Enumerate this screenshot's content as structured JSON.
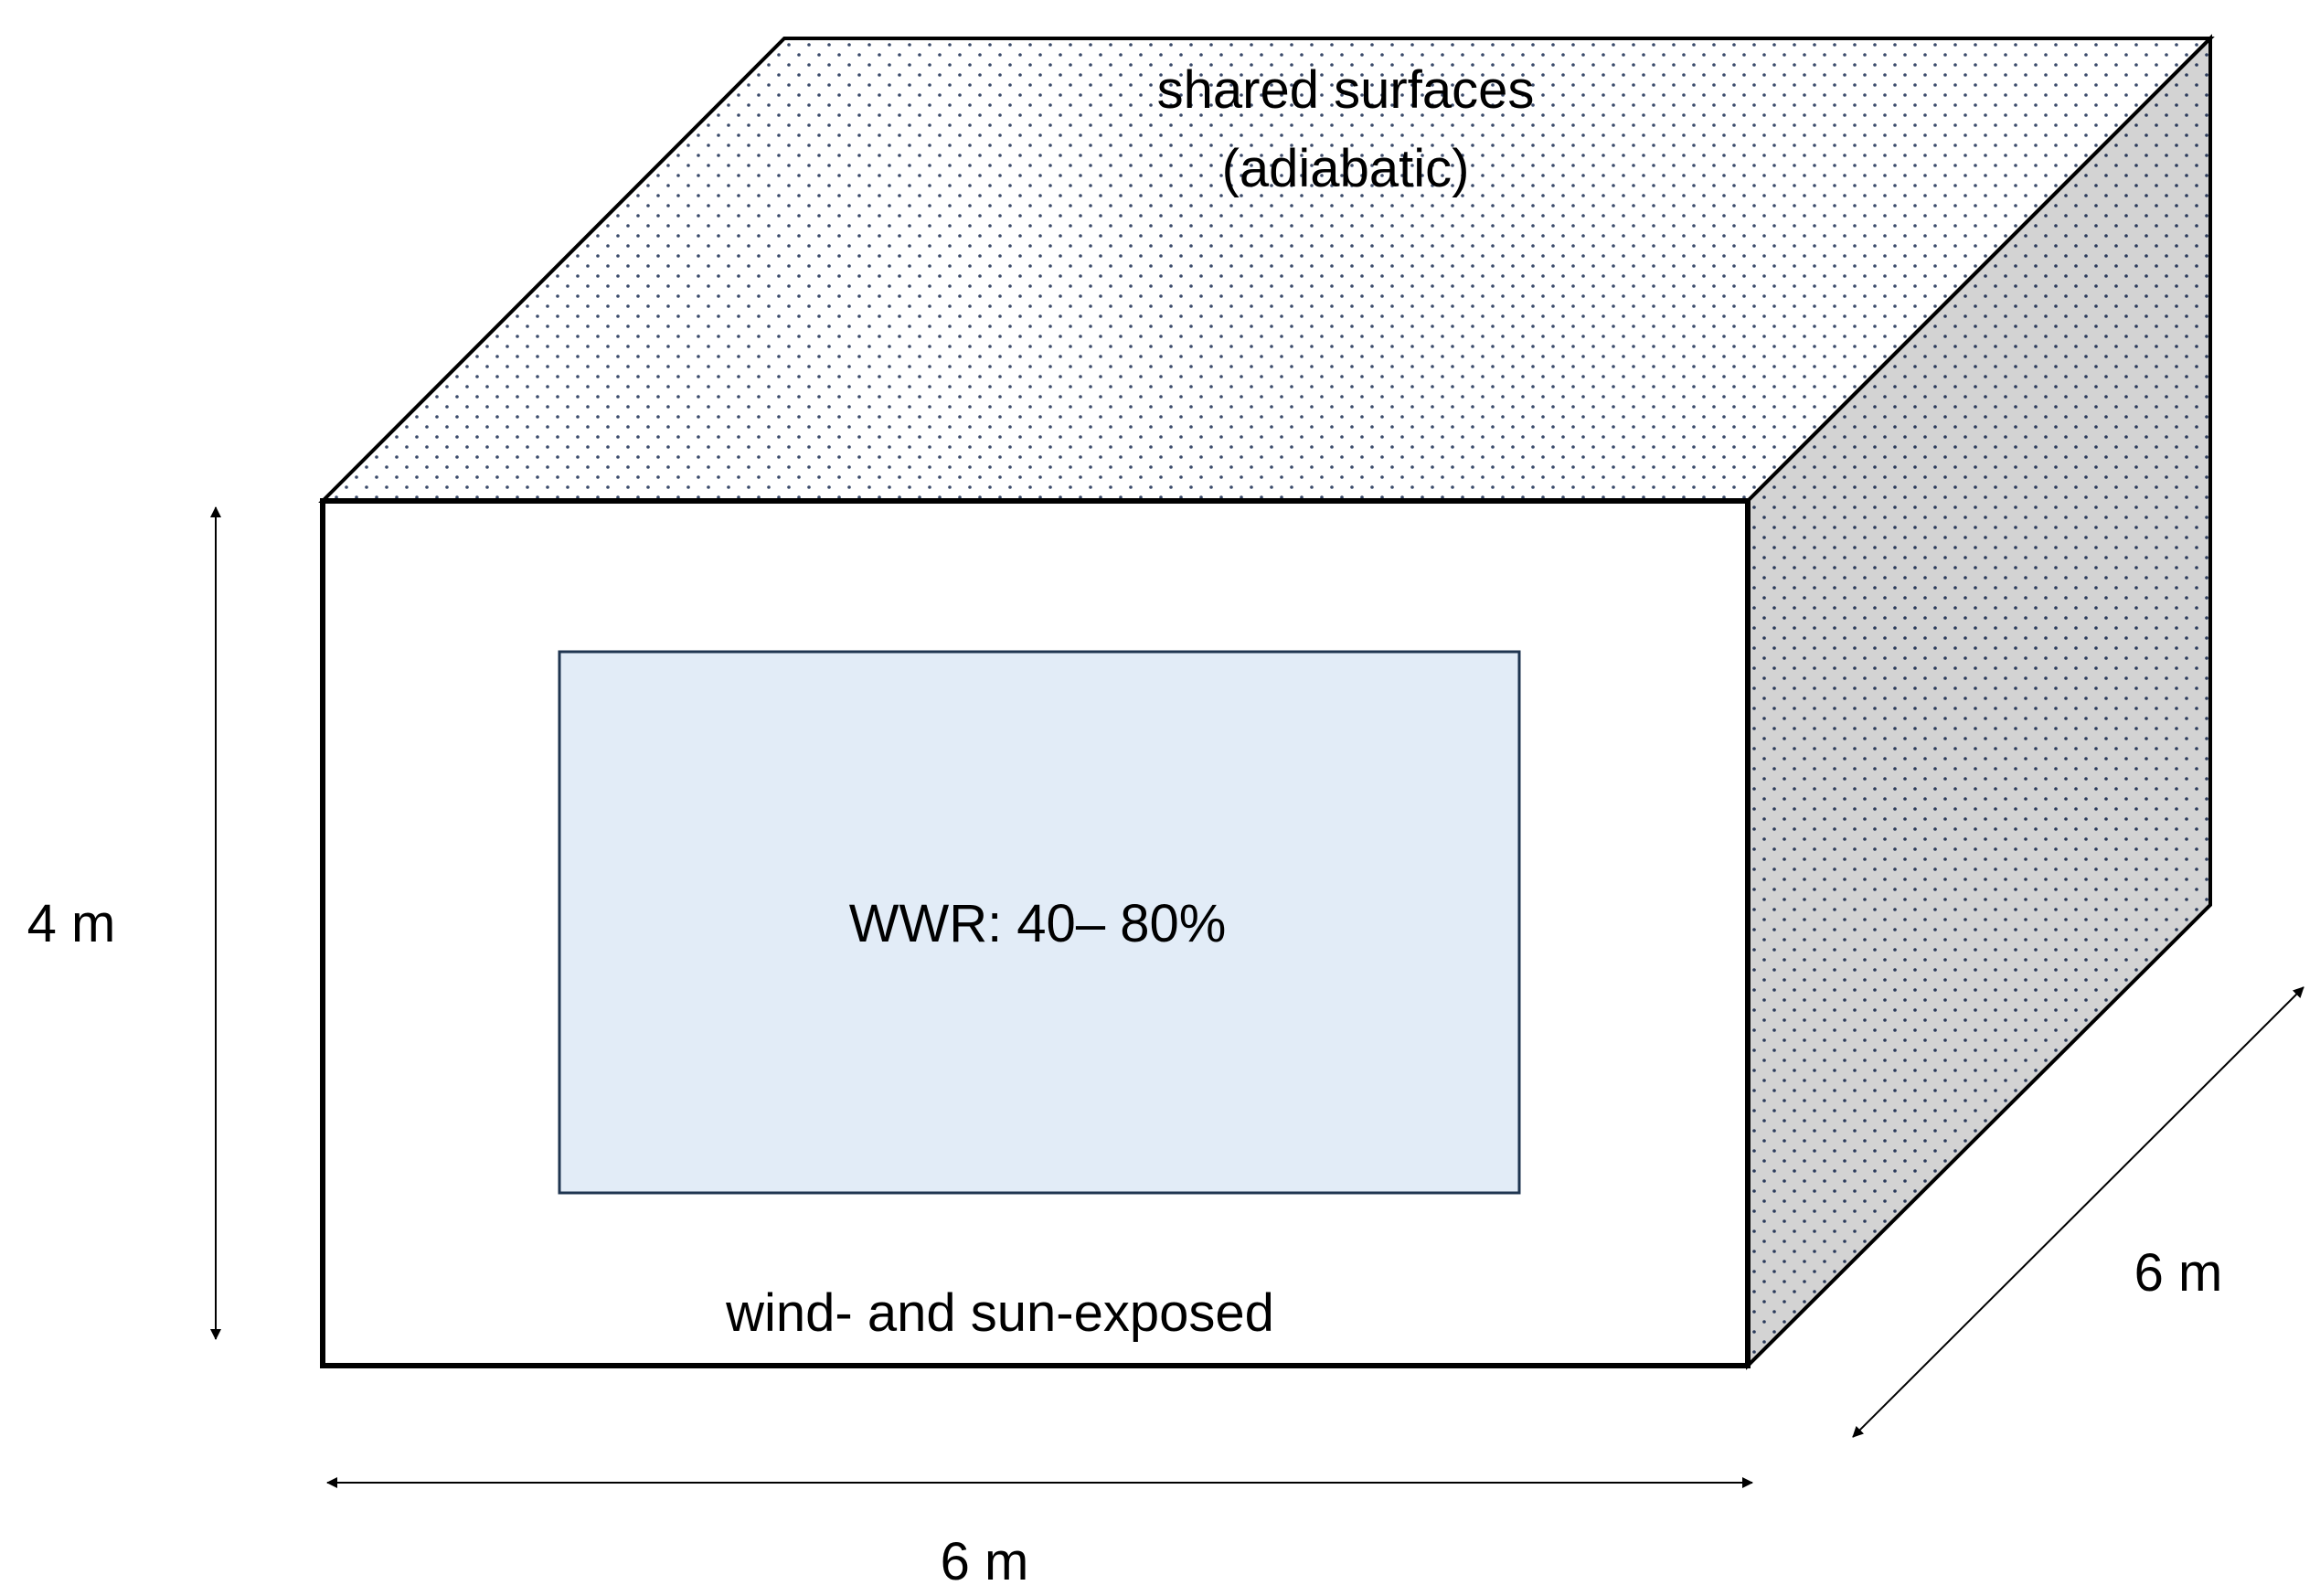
{
  "diagram": {
    "top_label_line1": "shared surfaces",
    "top_label_line2": "(adiabatic)",
    "window_label": "WWR: 40– 80%",
    "front_label": "wind- and sun-exposed",
    "height_label": "4 m",
    "width_label": "6 m",
    "depth_label": "6 m"
  },
  "colors": {
    "window_fill": "#e2ecf7",
    "window_stroke": "#1f3550",
    "side_fill": "#d3d3d3",
    "top_fill": "#ffffff",
    "dot_color": "#3a4a6a",
    "outline": "#000000"
  }
}
